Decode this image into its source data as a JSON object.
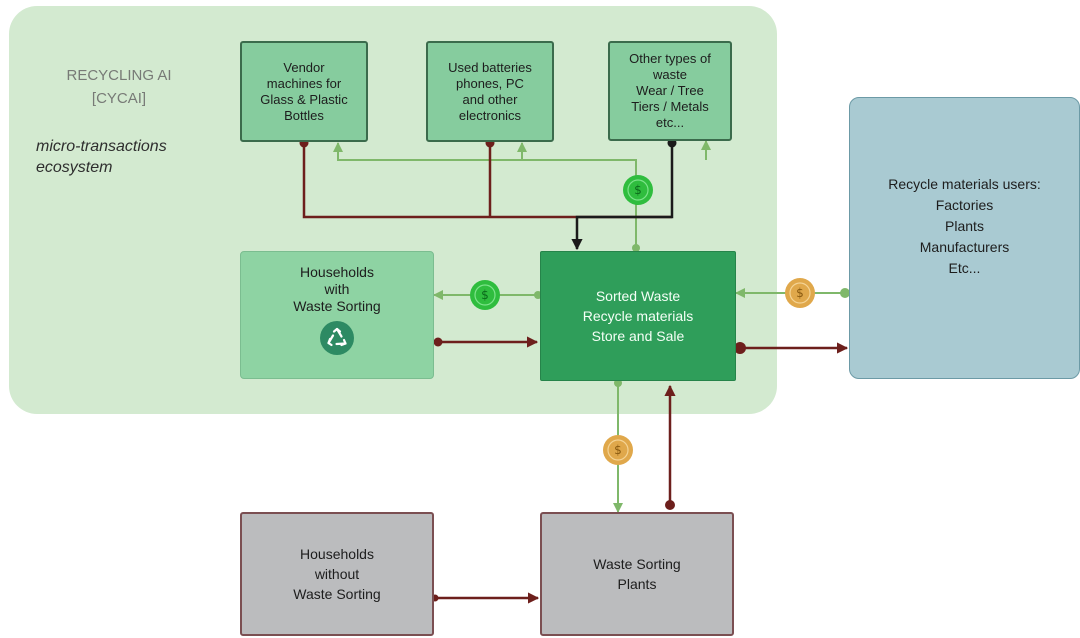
{
  "brand": {
    "line1": "RECYCLING AI",
    "line2": "[CYCAI]"
  },
  "tagline": {
    "line1": "micro-transactions",
    "line2": "ecosystem"
  },
  "boxes": {
    "vendor": [
      "Vendor",
      "machines for",
      "Glass & Plastic",
      "Bottles"
    ],
    "batteries": [
      "Used batteries",
      "phones, PC",
      "and other",
      "electronics"
    ],
    "other": [
      "Other types of",
      "waste",
      "Wear / Tree",
      "Tiers / Metals",
      "etc..."
    ],
    "households_sorting": [
      "Households",
      "with",
      "Waste Sorting"
    ],
    "sorted_waste": [
      "Sorted Waste",
      "Recycle  materials",
      "Store and Sale"
    ],
    "users": [
      "Recycle materials users:",
      "Factories",
      "Plants",
      "Manufacturers",
      "Etc..."
    ],
    "households_no_sorting": [
      "Households",
      "without",
      "Waste Sorting"
    ],
    "sorting_plants": [
      "Waste Sorting",
      "Plants"
    ]
  },
  "coin_symbol": "$",
  "icons": {
    "recycle": "recycle-icon",
    "coin": "dollar-coin-icon"
  },
  "colors": {
    "region": "#d3ead0",
    "material_flow": "#6d1f1c",
    "payment_flow": "#7fb86a",
    "coin_green": "#2fbd3e",
    "coin_gold": "#e0a84b"
  }
}
